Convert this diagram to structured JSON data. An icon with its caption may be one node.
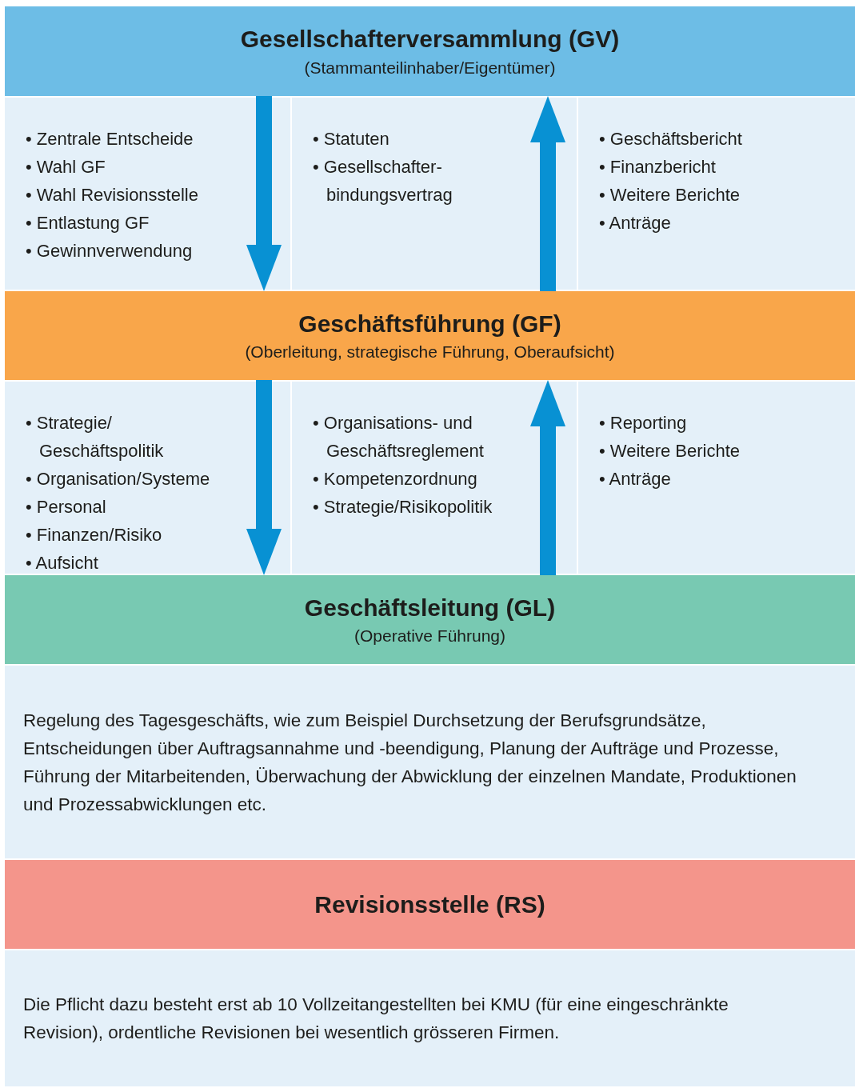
{
  "diagram": {
    "nodes": [
      {
        "text": [
          "Gesellschafterversammlung (GV)",
          "(Stammanteilinhaber/Eigentümer)"
        ]
      },
      {
        "text": [
          "• Zentrale Entscheide",
          "• Wahl GF",
          "• Wahl Revisionsstelle",
          "• Entlastung GF",
          "• Gewinnverwendung"
        ]
      },
      {
        "text": [
          "• Statuten",
          "• Gesellschafter- bindungsvertrag"
        ]
      },
      {
        "text": [
          "• Geschäftsbericht",
          "• Finanzbericht",
          "• Weitere Berichte",
          "• Anträge"
        ]
      },
      {
        "text": [
          "Geschäftsführung (GF)",
          "(Oberleitung, strategische Führung, Oberaufsicht)"
        ]
      },
      {
        "text": [
          "• Strategie/ Geschäftspolitik",
          "• Organisation/Systeme",
          "• Personal",
          "• Finanzen/Risiko",
          "• Aufsicht"
        ]
      },
      {
        "text": [
          "• Organisations- und Geschäftsreglement",
          "• Kompetenzordnung",
          "• Strategie/Risikopolitik"
        ]
      },
      {
        "text": [
          "• Reporting",
          "• Weitere Berichte",
          "• Anträge"
        ]
      },
      {
        "text": [
          "Geschäftsleitung (GL)",
          "(Operative Führung)"
        ]
      },
      {
        "text": [
          "Regelung des Tagesgeschäfts, wie zum Beispiel Durchsetzung der Berufsgrundsätze, Entscheidungen über Auftragsannahme und -beendigung, Planung der Aufträge und Prozesse, Führung der Mitarbeitenden, Überwachung der Abwicklung der einzelnen Mandate, Produktionen und Prozessabwicklungen etc."
        ]
      },
      {
        "text": [
          "Revisionsstelle (RS)"
        ]
      },
      {
        "text": [
          "Die Pflicht dazu besteht erst ab 10 Vollzeitangestellten bei KMU (für eine eingeschränkte Revision), ordentliche Revisionen bei wesentlich grösseren Firmen."
        ]
      }
    ],
    "edges": [
      {
        "from": 0,
        "to": 4,
        "arrow": "to"
      },
      {
        "from": 4,
        "to": 0,
        "arrow": "to"
      },
      {
        "from": 4,
        "to": 8,
        "arrow": "to"
      },
      {
        "from": 8,
        "to": 4,
        "arrow": "to"
      }
    ]
  }
}
